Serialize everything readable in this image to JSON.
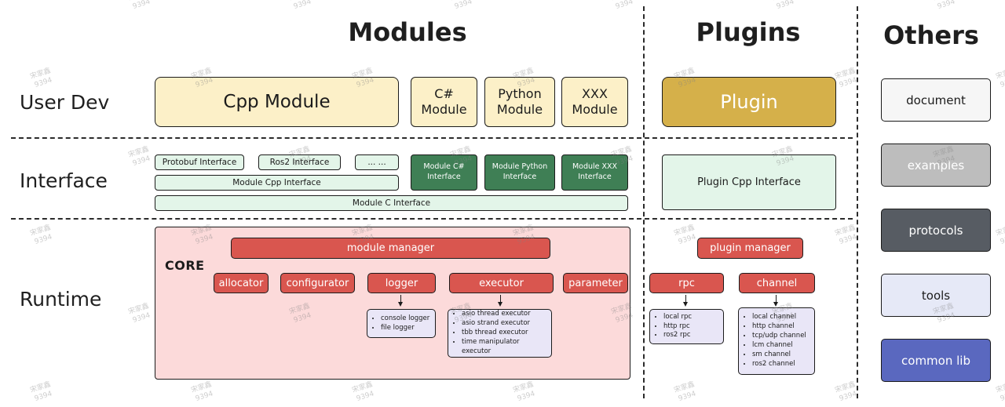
{
  "titles": {
    "modules": "Modules",
    "plugins": "Plugins",
    "others": "Others"
  },
  "row_labels": {
    "user_dev": "User Dev",
    "interface": "Interface",
    "runtime": "Runtime"
  },
  "modules": {
    "user_dev": {
      "cpp": "Cpp Module",
      "csharp": "C# Module",
      "python": "Python Module",
      "xxx": "XXX Module"
    },
    "interface": {
      "protobuf": "Protobuf Interface",
      "ros2": "Ros2 Interface",
      "more": "... ...",
      "module_cpp": "Module Cpp Interface",
      "module_c": "Module C Interface",
      "module_csharp": "Module C# Interface",
      "module_python": "Module Python Interface",
      "module_xxx": "Module XXX Interface"
    }
  },
  "plugins": {
    "plugin": "Plugin",
    "plugin_cpp_interface": "Plugin Cpp Interface"
  },
  "runtime": {
    "core": "CORE",
    "module_manager": "module manager",
    "plugin_manager": "plugin manager",
    "components": [
      "allocator",
      "configurator",
      "logger",
      "executor",
      "parameter",
      "rpc",
      "channel"
    ],
    "logger_backends": [
      "console logger",
      "file logger"
    ],
    "executor_backends": [
      "asio thread executor",
      "asio strand executor",
      "tbb thread executor",
      "time manipulator executor"
    ],
    "rpc_backends": [
      "local rpc",
      "http rpc",
      "ros2 rpc"
    ],
    "channel_backends": [
      "local channel",
      "http channel",
      "tcp/udp channel",
      "lcm channel",
      "sm channel",
      "ros2 channel"
    ]
  },
  "others": [
    "document",
    "examples",
    "protocols",
    "tools",
    "common lib"
  ],
  "watermark": {
    "line1": "宋家鑫",
    "line2": "9394"
  },
  "colors": {
    "module_fill": "#fcf0c8",
    "plugin_fill": "#d5b04a",
    "interface_light": "#e3f5e9",
    "interface_dark": "#3f7f55",
    "core_fill": "#fcdada",
    "component_fill": "#d9564f",
    "backend_fill": "#e9e6f7",
    "doc_fill": "#f6f6f6",
    "examples_fill": "#bdbdbd",
    "protocols_fill": "#575c63",
    "tools_fill": "#e6e9f7",
    "commonlib_fill": "#5a68bf"
  }
}
